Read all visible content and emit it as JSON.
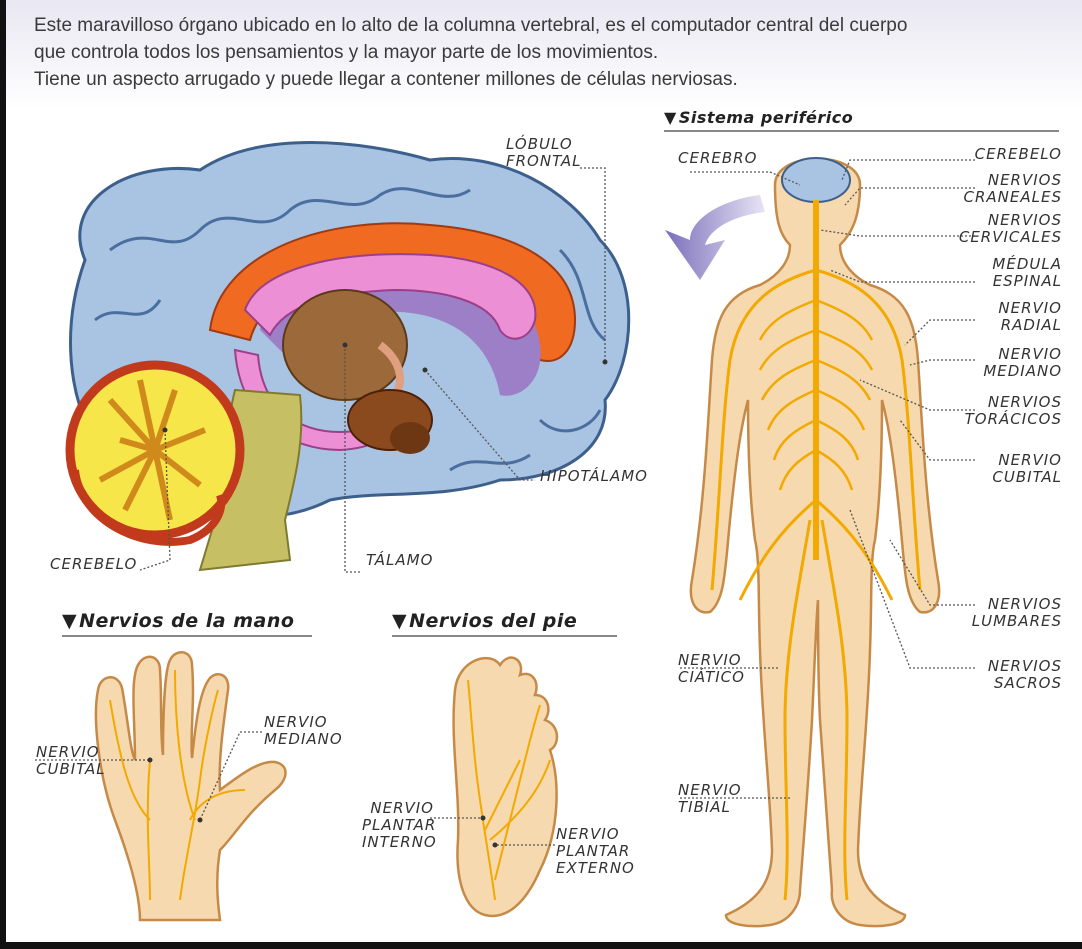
{
  "intro": [
    "Este maravilloso órgano ubicado en lo alto de la columna vertebral, es el computador central del cuerpo",
    "que controla todos los pensamientos y la mayor parte de los movimientos.",
    "Tiene un aspecto arrugado y puede llegar a contener millones de células nerviosas."
  ],
  "sections": {
    "peripheral": "Sistema periférico",
    "hand": "Nervios de la mano",
    "foot": "Nervios del pie"
  },
  "brain_labels": {
    "lobulo": "Lóbulo",
    "frontal": "frontal",
    "hipotalamo": "Hipotálamo",
    "talamo": "Tálamo",
    "cerebelo": "Cerebelo"
  },
  "body_labels": {
    "cerebro": "Cerebro",
    "cerebelo": "Cerebelo",
    "craneales_1": "Nervios",
    "craneales_2": "craneales",
    "cervicales_1": "Nervios",
    "cervicales_2": "cervicales",
    "medula_1": "Médula",
    "medula_2": "espinal",
    "radial_1": "Nervio",
    "radial_2": "radial",
    "mediano_1": "Nervio",
    "mediano_2": "mediano",
    "toracicos_1": "Nervios",
    "toracicos_2": "torácicos",
    "cubital_1": "Nervio",
    "cubital_2": "cubital",
    "lumbares_1": "Nervios",
    "lumbares_2": "lumbares",
    "sacros_1": "Nervios",
    "sacros_2": "sacros",
    "ciatico_1": "Nervio",
    "ciatico_2": "ciático",
    "tibial_1": "Nervio",
    "tibial_2": "tibial"
  },
  "hand_labels": {
    "mediano_1": "Nervio",
    "mediano_2": "mediano",
    "cubital_1": "Nervio",
    "cubital_2": "cubital"
  },
  "foot_labels": {
    "interno_1": "Nervio",
    "interno_2": "plantar",
    "interno_3": "interno",
    "externo_1": "Nervio",
    "externo_2": "plantar",
    "externo_3": "externo"
  },
  "colors": {
    "skin": "#f7d9b0",
    "nerve": "#f2a900",
    "cortex": "#a9c3e3",
    "corpus": "#f06a22",
    "pink": "#ec8fd4",
    "thalamus": "#9c6a3a",
    "cerebellum": "#f6e64a",
    "stem": "#c7bf64",
    "arrow": "#8f84c6"
  }
}
